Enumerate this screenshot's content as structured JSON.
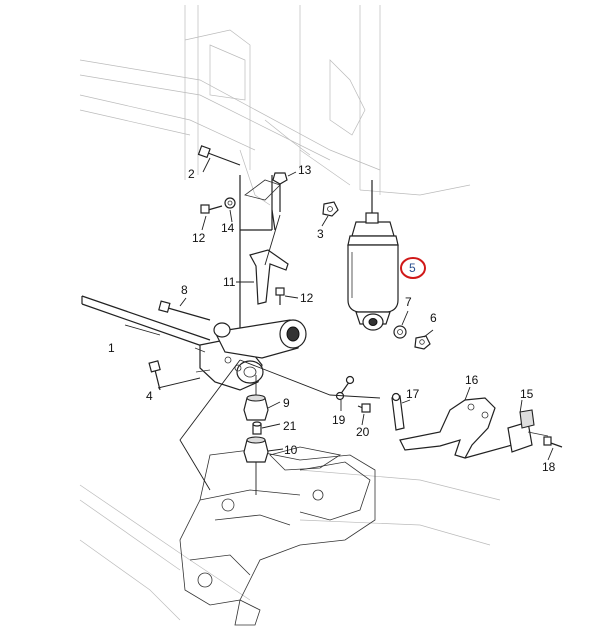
{
  "callouts": [
    {
      "id": "c1",
      "label": "1"
    },
    {
      "id": "c2",
      "label": "2"
    },
    {
      "id": "c3",
      "label": "3"
    },
    {
      "id": "c4",
      "label": "4"
    },
    {
      "id": "c5",
      "label": "5",
      "highlighted": true
    },
    {
      "id": "c6",
      "label": "6"
    },
    {
      "id": "c7",
      "label": "7"
    },
    {
      "id": "c8",
      "label": "8"
    },
    {
      "id": "c9",
      "label": "9"
    },
    {
      "id": "c10",
      "label": "10"
    },
    {
      "id": "c11",
      "label": "11"
    },
    {
      "id": "c12a",
      "label": "12"
    },
    {
      "id": "c12b",
      "label": "12"
    },
    {
      "id": "c13",
      "label": "13"
    },
    {
      "id": "c14",
      "label": "14"
    },
    {
      "id": "c15",
      "label": "15"
    },
    {
      "id": "c16",
      "label": "16"
    },
    {
      "id": "c17",
      "label": "17"
    },
    {
      "id": "c18",
      "label": "18"
    },
    {
      "id": "c19",
      "label": "19"
    },
    {
      "id": "c20",
      "label": "20"
    },
    {
      "id": "c21",
      "label": "21"
    }
  ],
  "colors": {
    "line": "#222222",
    "highlight": "#d01818",
    "background": "#ffffff"
  }
}
